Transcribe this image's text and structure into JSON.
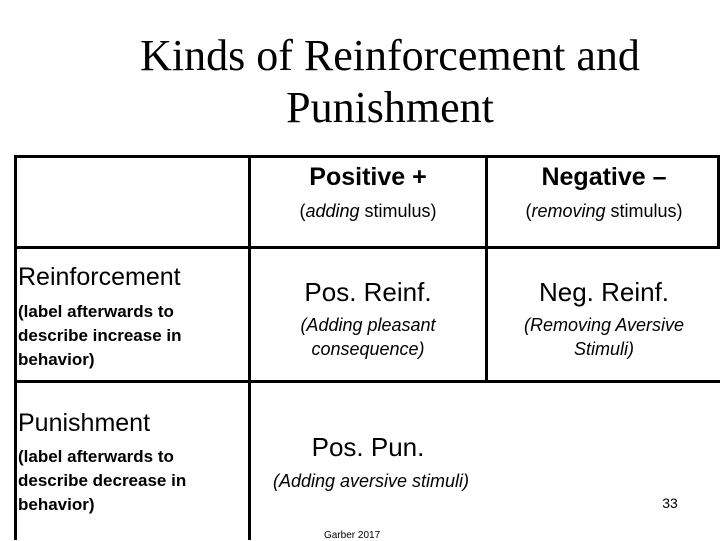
{
  "slide": {
    "title_line1": "Kinds of Reinforcement and",
    "title_line2": "Punishment",
    "page_number": "33",
    "footer": "Garber 2017"
  },
  "table": {
    "col_positive": {
      "heading": "Positive +",
      "sub_italic": "adding",
      "sub_rest": " stimulus)"
    },
    "col_negative": {
      "heading": "Negative –",
      "sub_italic": "removing",
      "sub_rest": " stimulus)"
    },
    "row_reinforcement": {
      "heading": "Reinforcement",
      "description": "(label afterwards to describe increase in behavior)",
      "positive_label": "Pos. Reinf.",
      "positive_desc": "(Adding pleasant consequence)",
      "negative_label": "Neg. Reinf.",
      "negative_desc": "(Removing Aversive Stimuli)"
    },
    "row_punishment": {
      "heading": "Punishment",
      "description": "(label afterwards to describe decrease in behavior)",
      "positive_label": "Pos. Pun.",
      "positive_desc": "(Adding aversive stimuli)"
    }
  }
}
